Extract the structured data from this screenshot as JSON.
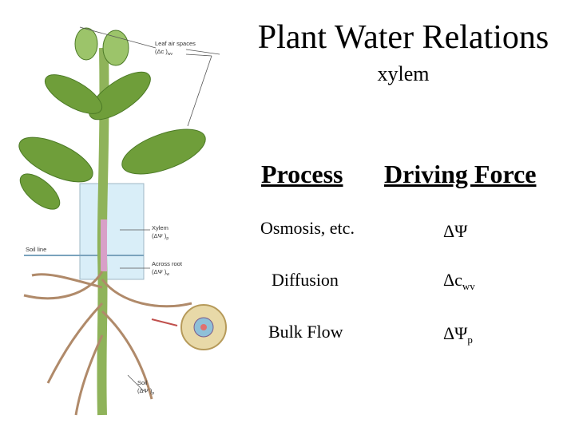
{
  "slide": {
    "title": "Plant Water Relations",
    "subtitle": "xylem"
  },
  "table": {
    "headers": {
      "process": "Process",
      "driving_force": "Driving Force"
    },
    "rows": [
      {
        "process": "Osmosis, etc.",
        "force_main": "ΔΨ",
        "force_sub": ""
      },
      {
        "process": "Diffusion",
        "force_main": "Δc",
        "force_sub": "wv"
      },
      {
        "process": "Bulk Flow",
        "force_main": "ΔΨ",
        "force_sub": "p"
      }
    ]
  },
  "diagram_labels": {
    "leaf_air_spaces": "Leaf air spaces",
    "leaf_air_spaces_sym": "(Δc  )",
    "leaf_air_spaces_sub": "wv",
    "xylem": "Xylem",
    "xylem_sym": "(ΔΨ )",
    "xylem_sub": "p",
    "soil_line": "Soil line",
    "across_root": "Across root",
    "across_root_sym": "(ΔΨ  )",
    "across_root_sub": "w",
    "soil": "Soil",
    "soil_sym": "(ΔΨ )",
    "soil_sub": "p"
  },
  "colors": {
    "leaf": "#6f9e3a",
    "leaf_dark": "#4c7a26",
    "stem": "#8fb35a",
    "root": "#b08a6a",
    "water": "#d9eef8",
    "xylem": "#d8a0c8"
  }
}
